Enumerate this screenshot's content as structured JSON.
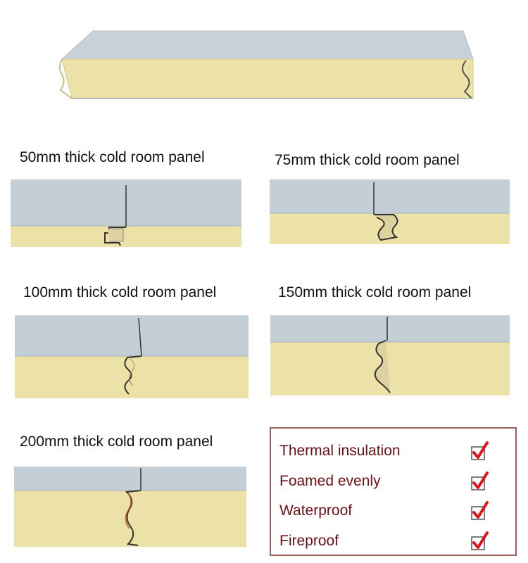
{
  "panels": [
    {
      "label": "50mm thick cold room panel"
    },
    {
      "label": "75mm thick cold room panel"
    },
    {
      "label": "100mm thick cold room panel"
    },
    {
      "label": "150mm thick cold room  panel"
    },
    {
      "label": "200mm thick cold room panel"
    }
  ],
  "features": [
    {
      "label": "Thermal insulation",
      "icon": "red-checkbox-icon"
    },
    {
      "label": "Foamed evenly",
      "icon": "red-checkbox-icon"
    },
    {
      "label": "Waterproof",
      "icon": "red-checkbox-icon"
    },
    {
      "label": "Fireproof",
      "icon": "red-checkbox-icon"
    }
  ],
  "colors": {
    "skin": "#c3ced6",
    "foam": "#ece2a8",
    "feature_text": "#6b1016",
    "check": "#e3131b",
    "box_border": "#9a6060"
  }
}
